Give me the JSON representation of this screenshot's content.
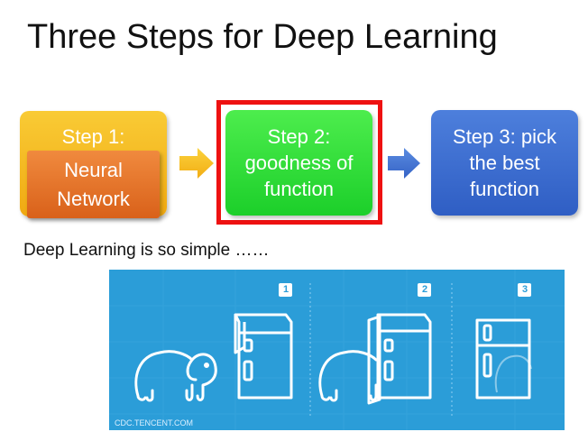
{
  "title": "Three Steps for Deep Learning",
  "steps": {
    "step1_label": "Step 1:",
    "step1_sub": "Neural Network",
    "step2_label": "Step 2: goodness of function",
    "step3_label": "Step 3: pick the best function"
  },
  "caption": "Deep Learning is so simple ……",
  "illustration": {
    "panel_numbers": [
      "1",
      "2",
      "3"
    ],
    "credit": "CDC.TENCENT.COM"
  },
  "colors": {
    "step1": "#f4b922",
    "step1_sub": "#e8742c",
    "step2": "#2edc38",
    "step3": "#3a6dd0",
    "highlight_frame": "#ee1111",
    "panel_bg": "#2b9dd8"
  }
}
